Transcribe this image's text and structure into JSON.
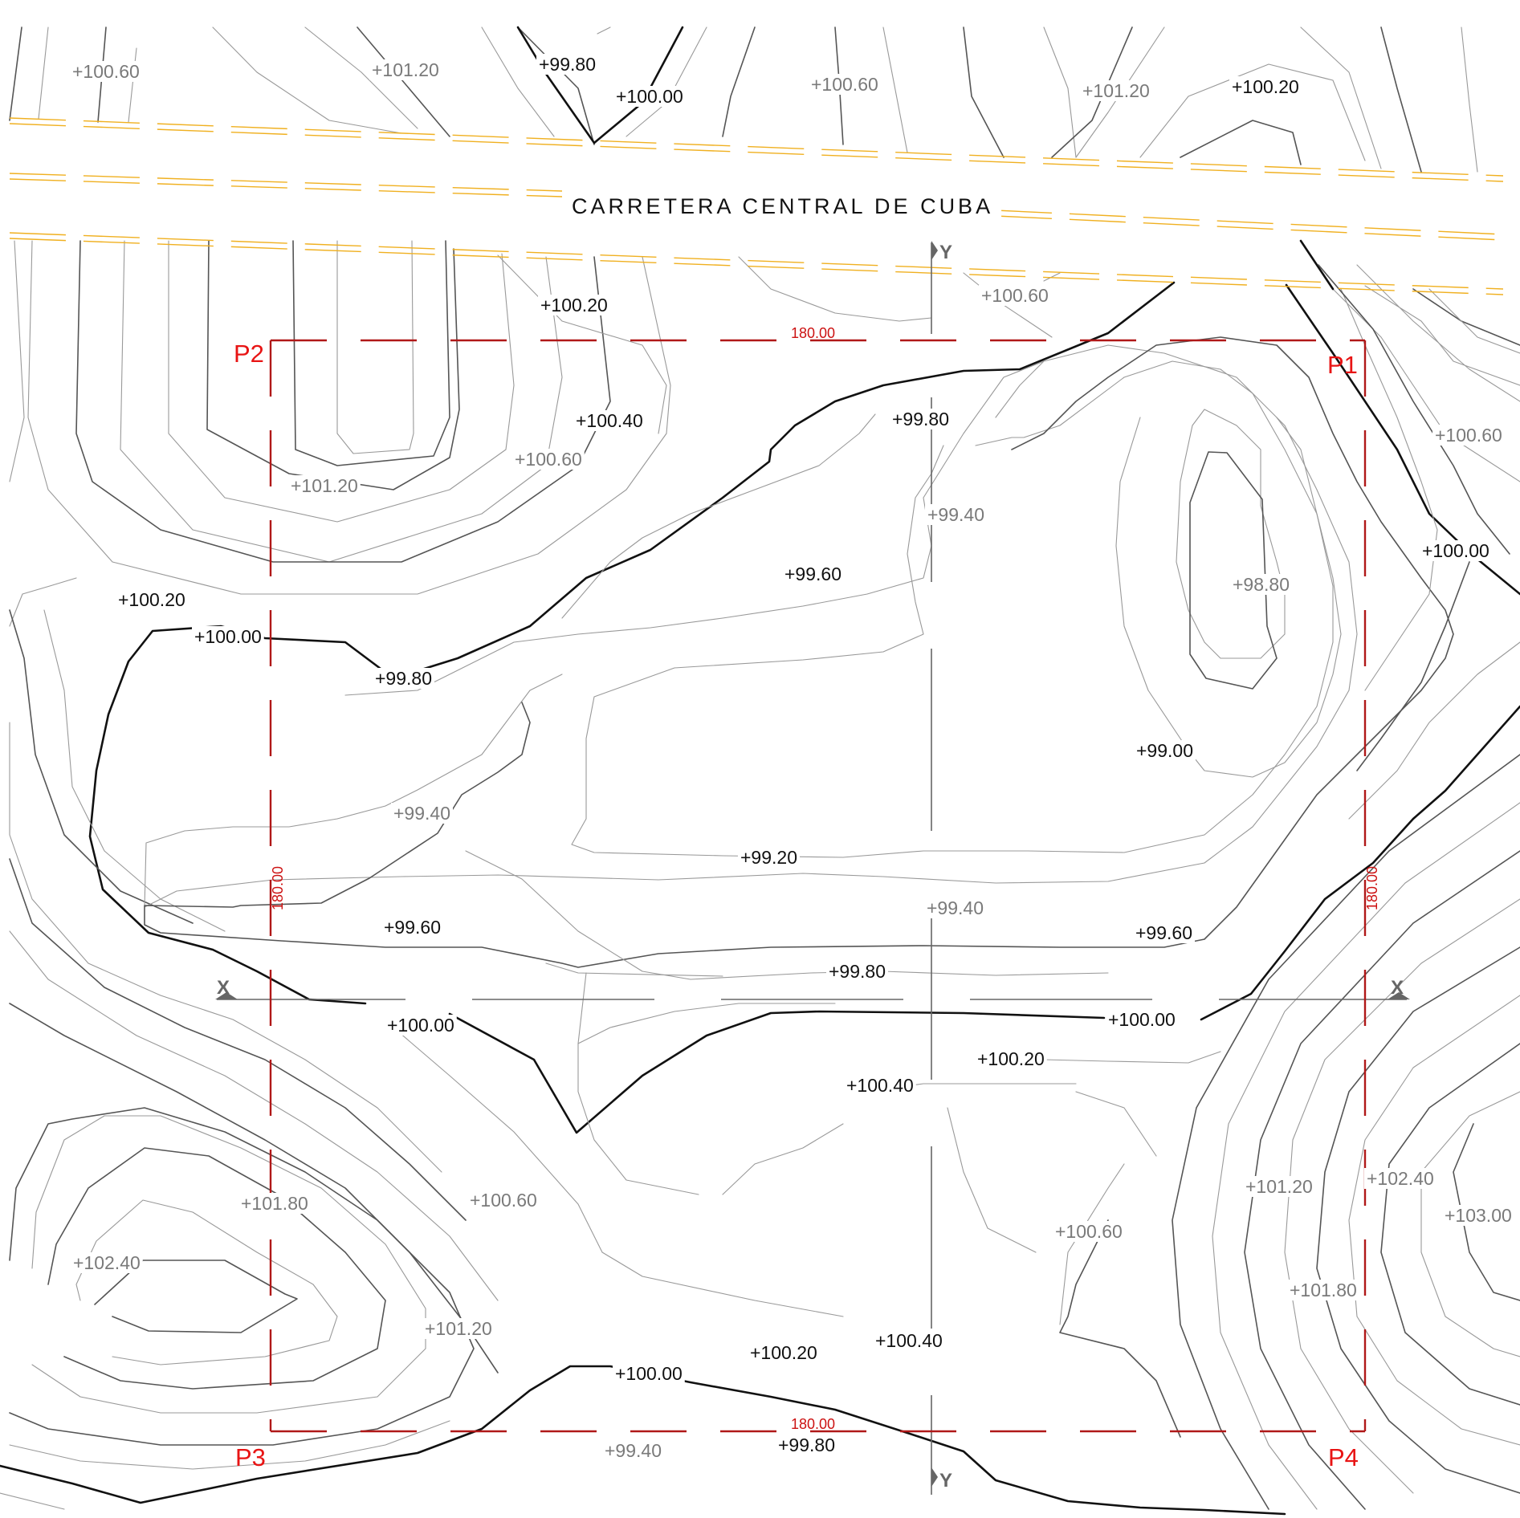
{
  "map": {
    "road_name": "CARRETERA CENTRAL DE CUBA",
    "points": {
      "p1": "P1",
      "p2": "P2",
      "p3": "P3",
      "p4": "P4"
    },
    "dimensions": {
      "top": "180.00",
      "bottom": "180.00",
      "left": "180.00",
      "right": "180.00"
    },
    "axis_labels": {
      "x": "X",
      "y": "Y"
    },
    "contour_labels": {
      "top_100_60_left": "+100.60",
      "top_101_20_a": "+101.20",
      "top_99_80": "+99.80",
      "top_100_00": "+100.00",
      "top_100_60_mid": "+100.60",
      "top_101_20_b": "+101.20",
      "top_100_20": "+100.20",
      "road_100_60": "+100.60",
      "nw_100_20": "+100.20",
      "nw_100_40": "+100.40",
      "nw_100_60": "+100.60",
      "nw_101_20": "+101.20",
      "c_99_80": "+99.80",
      "c_99_40": "+99.40",
      "e_100_60": "+100.60",
      "e_100_00": "+100.00",
      "c_99_60": "+99.60",
      "ne_98_80": "+98.80",
      "w_100_20": "+100.20",
      "w_100_00": "+100.00",
      "w_99_80": "+99.80",
      "ne_99_00": "+99.00",
      "w_99_40": "+99.40",
      "c_99_20": "+99.20",
      "mid_99_40": "+99.40",
      "w_99_60": "+99.60",
      "e_99_60": "+99.60",
      "mid_99_80": "+99.80",
      "sw_100_00": "+100.00",
      "se_100_00": "+100.00",
      "mid_100_20": "+100.20",
      "mid_100_40": "+100.40",
      "sw_101_80": "+101.80",
      "sw_100_60": "+100.60",
      "se_101_20": "+101.20",
      "se_102_40": "+102.40",
      "se_103_00": "+103.00",
      "sw_102_40": "+102.40",
      "se_100_60": "+100.60",
      "se_101_80": "+101.80",
      "sw_101_20": "+101.20",
      "s_100_40": "+100.40",
      "s_100_20": "+100.20",
      "s_100_00": "+100.00",
      "s_99_40": "+99.40",
      "s_99_80": "+99.80"
    }
  },
  "colors": {
    "background": "#ffffff",
    "contour_major": "#111111",
    "contour_minor": "#8a8a8a",
    "road": "#f0b020",
    "boundary": "#b01818",
    "point_labels": "#e81414",
    "axis": "#666666"
  }
}
